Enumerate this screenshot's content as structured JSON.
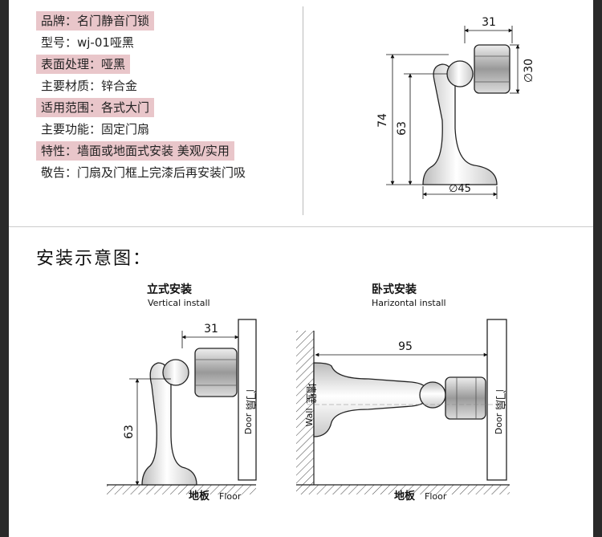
{
  "specs": [
    {
      "text": "品牌：名门静音门锁",
      "highlight": true
    },
    {
      "text": "型号：wj-01哑黑",
      "highlight": false
    },
    {
      "text": "表面处理：哑黑",
      "highlight": true
    },
    {
      "text": "主要材质：锌合金",
      "highlight": false
    },
    {
      "text": "适用范围：各式大门",
      "highlight": true
    },
    {
      "text": "主要功能：固定门扇",
      "highlight": false
    },
    {
      "text": "特性：墙面或地面式安装 美观/实用",
      "highlight": true
    },
    {
      "text": "敬告：门扇及门框上完漆后再安装门吸",
      "highlight": false
    }
  ],
  "dimensions": {
    "top_width": "31",
    "head_diameter": "∅30",
    "total_height": "74",
    "stem_height": "63",
    "base_diameter": "∅45"
  },
  "install": {
    "section_title": "安装示意图：",
    "vertical": {
      "title_cn": "立式安装",
      "title_en": "Vertical install",
      "dim_width": "31",
      "dim_height": "63",
      "door_cn": "门扇",
      "door_en": "Door",
      "floor_cn": "地板",
      "floor_en": "Floor"
    },
    "horizontal": {
      "title_cn": "卧式安装",
      "title_en": "Harizontal install",
      "dim_length": "95",
      "wall_cn": "墙壁",
      "wall_en": "Wall",
      "door_cn": "门扇",
      "door_en": "Door",
      "floor_cn": "地板",
      "floor_en": "Floor"
    }
  },
  "colors": {
    "highlight": "#e9c6ca",
    "frame": "#2a2a2a"
  }
}
